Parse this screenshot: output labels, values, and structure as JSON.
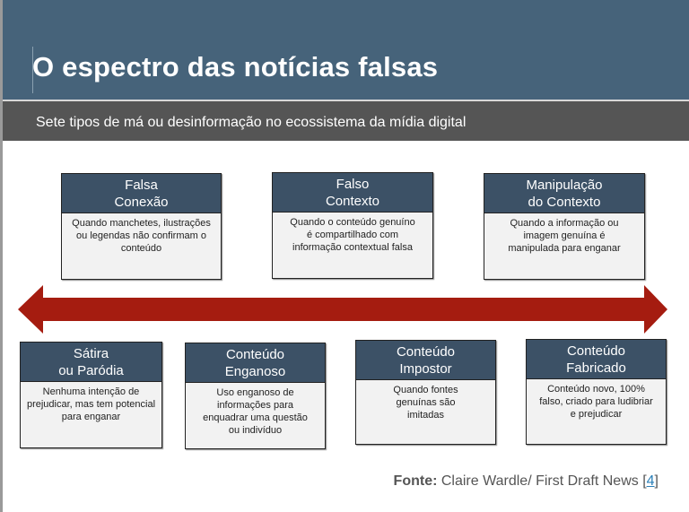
{
  "header": {
    "title": "O espectro das notícias falsas",
    "subtitle": "Sete tipos de má ou desinformação no ecossistema da mídia digital"
  },
  "top_row": [
    {
      "title_l1": "Falsa",
      "title_l2": "Conexão",
      "desc": "Quando manchetes, ilustrações ou legendas não confirmam o conteúdo"
    },
    {
      "title_l1": "Falso",
      "title_l2": "Contexto",
      "desc": "Quando o conteúdo genuíno é compartilhado com informação contextual falsa"
    },
    {
      "title_l1": "Manipulação",
      "title_l2": "do Contexto",
      "desc": "Quando a informação ou imagem genuína é manipulada para enganar"
    }
  ],
  "bottom_row": [
    {
      "title_l1": "Sátira",
      "title_l2": "ou Paródia",
      "desc": "Nenhuma intenção de prejudicar, mas tem potencial para enganar"
    },
    {
      "title_l1": "Conteúdo",
      "title_l2": "Enganoso",
      "desc": "Uso enganoso de informações para enquadrar uma questão ou indivíduo"
    },
    {
      "title_l1": "Conteúdo",
      "title_l2": "Impostor",
      "desc": "Quando fontes genuínas são imitadas"
    },
    {
      "title_l1": "Conteúdo",
      "title_l2": "Fabricado",
      "desc": "Conteúdo novo, 100% falso, criado para ludibriar e prejudicar"
    }
  ],
  "source": {
    "label": "Fonte:",
    "text": " Claire Wardle/ First Draft News [",
    "ref": "4",
    "close": "]"
  },
  "colors": {
    "header": "#46637a",
    "subbar": "#555555",
    "box_header": "#3c5166",
    "arrow": "#a51c10"
  }
}
